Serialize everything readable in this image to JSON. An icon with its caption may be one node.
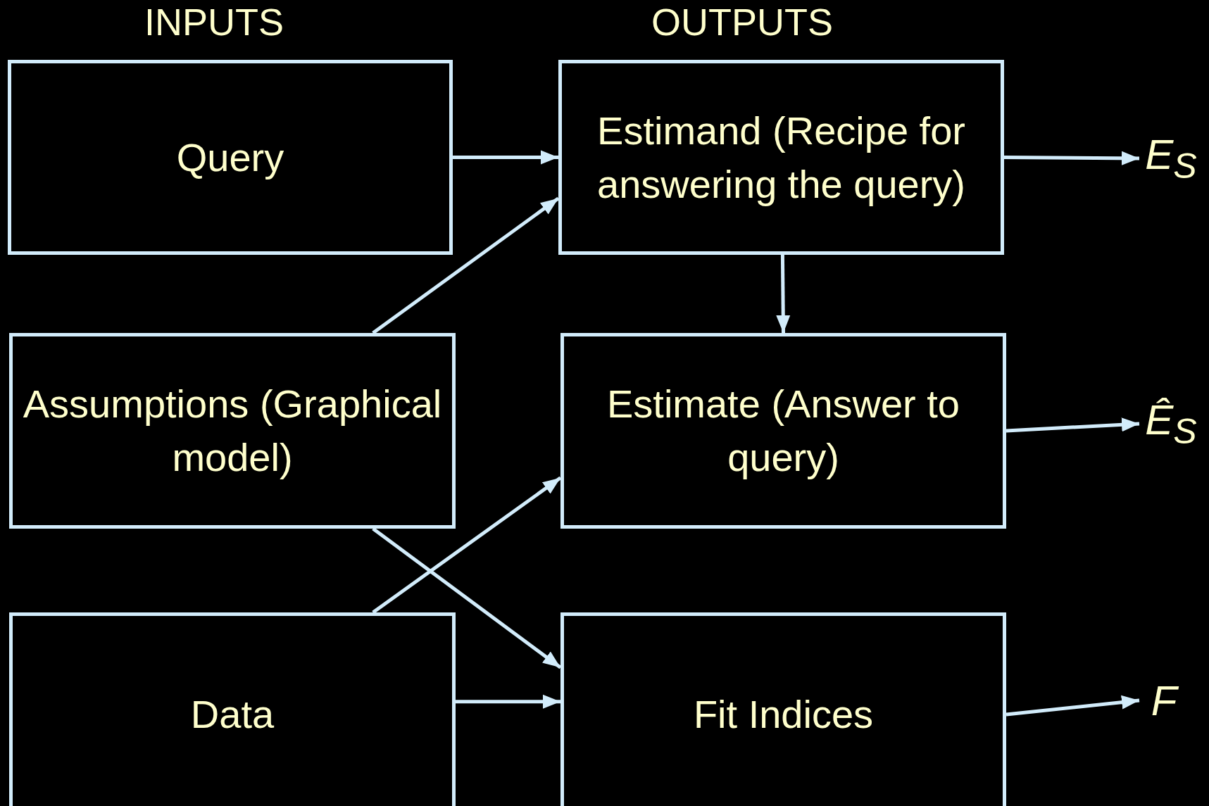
{
  "diagram": {
    "nodes": [
      {
        "text": [
          "Query"
        ]
      },
      {
        "text": [
          "Estimand (Recipe for answering the query)"
        ]
      },
      {
        "text": [
          "Assumptions (Graphical model)"
        ]
      },
      {
        "text": [
          "Estimate (Answer to query)"
        ]
      },
      {
        "text": [
          "Data"
        ]
      },
      {
        "text": [
          "Fit Indices"
        ]
      },
      {
        "text": [
          "E$_{S}$"
        ]
      },
      {
        "text": [
          "Ê$_{S}$"
        ]
      },
      {
        "text": [
          "F"
        ]
      }
    ],
    "edges": [
      {
        "from": 0,
        "to": 1,
        "arrow": "to"
      },
      {
        "from": 2,
        "to": 1,
        "arrow": "to"
      },
      {
        "from": 1,
        "to": 6,
        "arrow": "to"
      },
      {
        "from": 1,
        "to": 3,
        "arrow": "to"
      },
      {
        "from": 4,
        "to": 3,
        "arrow": "to"
      },
      {
        "from": 3,
        "to": 7,
        "arrow": "to"
      },
      {
        "from": 2,
        "to": 5,
        "arrow": "to"
      },
      {
        "from": 4,
        "to": 5,
        "arrow": "to"
      },
      {
        "from": 5,
        "to": 8,
        "arrow": "to"
      }
    ],
    "labels": [
      "INPUTS",
      "OUTPUTS"
    ]
  }
}
